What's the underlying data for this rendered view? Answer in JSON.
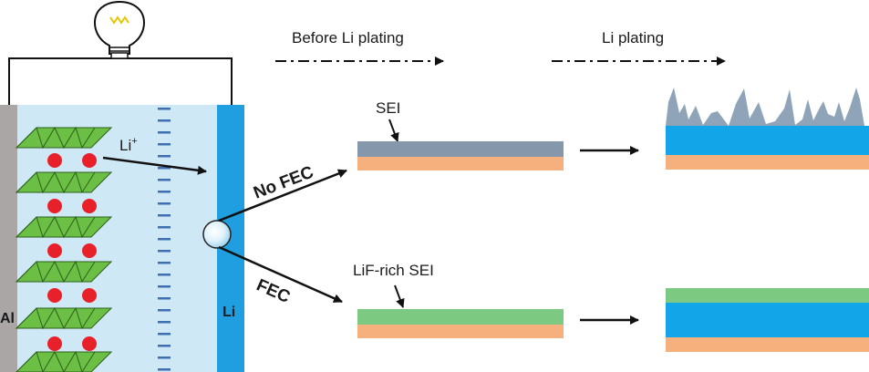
{
  "headers": {
    "before": "Before Li plating",
    "plating": "Li plating"
  },
  "cell": {
    "al_label": "Al",
    "li_label": "Li",
    "ion_label": "Li",
    "ion_charge": "+"
  },
  "branches": {
    "no_fec": "No FEC",
    "fec": "FEC"
  },
  "layers": {
    "sei_label": "SEI",
    "lif_sei_label": "LiF-rich SEI"
  },
  "colors": {
    "electrolyte": "#cfe8f6",
    "al_collector": "#aaa6a6",
    "li_anode": "#1f9fe0",
    "cathode_green": "#6bbf45",
    "li_ion_red": "#e8202a",
    "sei_gray": "#8497ab",
    "lif_sei_green": "#7cc982",
    "substrate_orange": "#f6b07e",
    "li_deposit_blue": "#12a6e8",
    "dendrite": "#8fa4b8"
  }
}
